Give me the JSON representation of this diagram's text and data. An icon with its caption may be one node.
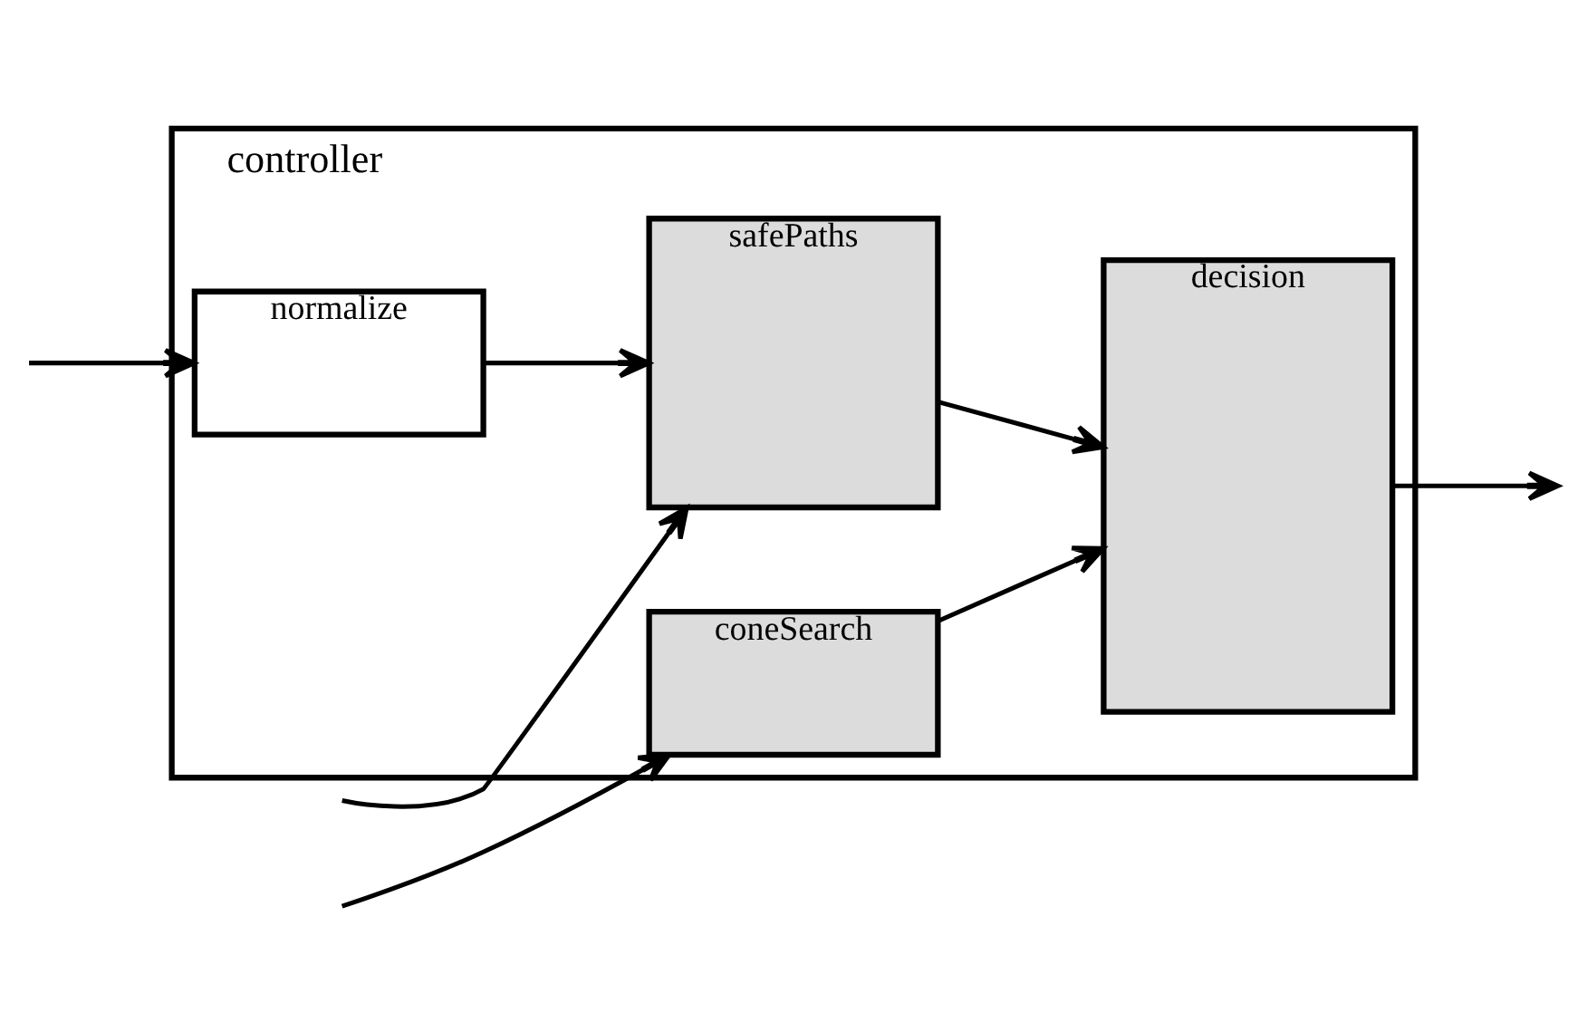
{
  "diagram": {
    "nodes": [
      {
        "text": [
          "controller"
        ]
      },
      {
        "text": [
          "safePaths"
        ],
        "in": 0
      },
      {
        "text": [
          "normalize"
        ],
        "in": 0
      },
      {
        "text": [
          "coneSearch"
        ],
        "in": 0
      },
      {
        "text": [
          "decision"
        ],
        "in": 0
      }
    ],
    "edges": [
      {
        "from": null,
        "to": 1,
        "arrow": "to"
      },
      {
        "from": null,
        "to": 2,
        "arrow": "to"
      },
      {
        "from": null,
        "to": 3,
        "arrow": "to"
      },
      {
        "from": 2,
        "to": 1,
        "arrow": "to"
      },
      {
        "from": 1,
        "to": 4,
        "arrow": "to"
      },
      {
        "from": 3,
        "to": 4,
        "arrow": "to"
      },
      {
        "from": 4,
        "to": null,
        "arrow": "to"
      }
    ]
  }
}
